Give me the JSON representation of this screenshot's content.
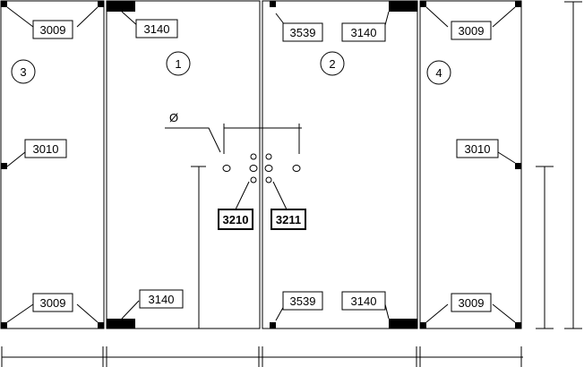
{
  "panels": [
    {
      "number": "3"
    },
    {
      "number": "1"
    },
    {
      "number": "2"
    },
    {
      "number": "4"
    }
  ],
  "labels": {
    "p3_top": "3009",
    "p3_mid": "3010",
    "p3_bottom": "3009",
    "p1_top": "3140",
    "p1_bottom": "3140",
    "p2_top_left": "3539",
    "p2_top_right": "3140",
    "p2_bottom_left": "3539",
    "p2_bottom_right": "3140",
    "p4_top": "3009",
    "p4_mid": "3010",
    "p4_bottom": "3009",
    "handle_left": "3210",
    "handle_right": "3211"
  },
  "diameter_symbol": "Ø"
}
